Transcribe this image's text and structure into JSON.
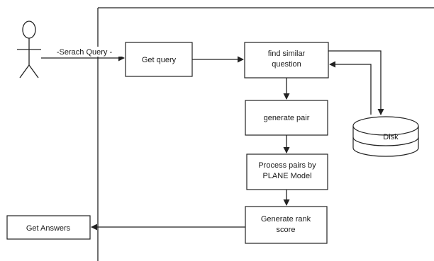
{
  "actor": {
    "label": ""
  },
  "edge_label": "-Serach Query -",
  "nodes": {
    "get_query": "Get query",
    "find_similar": [
      "find similar",
      "question"
    ],
    "generate_pair": "generate pair",
    "process_pairs": [
      "Process pairs by",
      "PLANE Model"
    ],
    "generate_rank": [
      "Generate rank",
      "score"
    ],
    "get_answers": "Get Answers",
    "disk": "Disk"
  }
}
